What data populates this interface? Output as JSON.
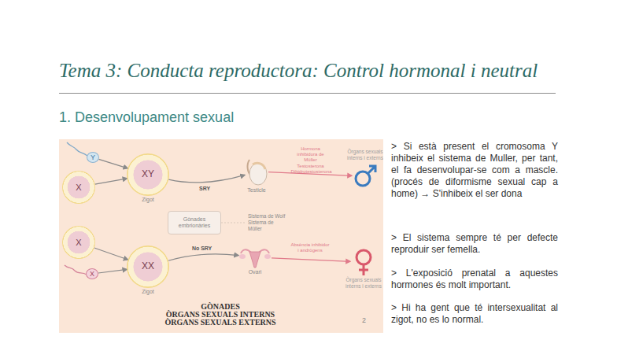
{
  "diagram": {
    "title": "Tema 3: Conducta reproductora: Control hormonal i neutral",
    "nodes": [
      {
        "text": [
          "Y"
        ]
      },
      {
        "text": [
          "X"
        ]
      },
      {
        "text": [
          "XY",
          "Zigot"
        ]
      },
      {
        "text": [
          "Testicle"
        ]
      },
      {
        "text": [
          "Òrgans sexuals interns i externs"
        ]
      },
      {
        "text": [
          "Gònades embrionàries"
        ]
      },
      {
        "text": [
          "X"
        ]
      },
      {
        "text": [
          "X"
        ]
      },
      {
        "text": [
          "XX",
          "Zigot"
        ]
      },
      {
        "text": [
          "Ovari"
        ]
      },
      {
        "text": [
          "Òrgans sexuals interns i externs"
        ]
      }
    ],
    "edges": [
      {
        "from": 0,
        "to": 2,
        "arrow": "to"
      },
      {
        "from": 1,
        "to": 2,
        "arrow": "to"
      },
      {
        "from": 2,
        "to": 3,
        "label": "SRY",
        "arrow": "to"
      },
      {
        "from": 3,
        "to": 4,
        "label": "Hormona inhibidora de Müller Testosterona Dihidrotestosterona",
        "arrow": "to"
      },
      {
        "from": 6,
        "to": 8,
        "arrow": "to"
      },
      {
        "from": 7,
        "to": 8,
        "arrow": "to"
      },
      {
        "from": 8,
        "to": 9,
        "label": "No SRY",
        "arrow": "to"
      },
      {
        "from": 9,
        "to": 10,
        "label": "Absència inhibidor i andrògens",
        "arrow": "to"
      }
    ],
    "labels": [
      "1. Desenvolupament sexual",
      "Sistema de Wolf Sistema de Müller",
      "GÒNADES",
      "ÒRGANS SEXUALS INTERNS",
      "ÒRGANS SEXUALS EXTERNS",
      "2",
      "> Si està present el cromosoma Y inhibeix el sistema de Muller, per tant, el fa desenvolupar-se com a mascle. (procés de diformisme sexual cap a home) → S'inhibeix el ser dona",
      "> El sistema sempre té per defecte reproduir ser femella.",
      "> L'exposició prenatal a aquestes hormones és molt important.",
      "> Hi ha gent que té intersexualitat al zigot, no es lo normal."
    ]
  }
}
